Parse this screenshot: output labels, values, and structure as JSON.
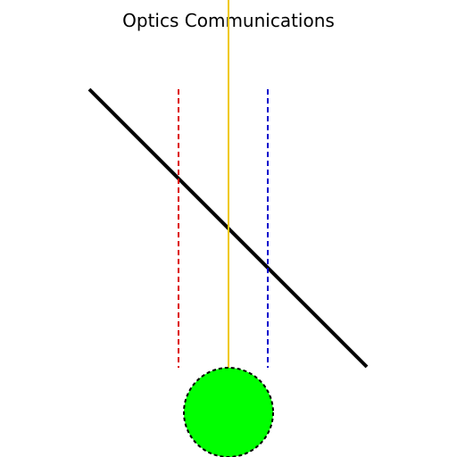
{
  "title": "Optics Communications",
  "elements": {
    "mirror": {
      "color": "#000000"
    },
    "beam_left": {
      "color": "#dd0000",
      "style": "dashed"
    },
    "beam_center": {
      "color": "#f0c800",
      "style": "solid"
    },
    "beam_right": {
      "color": "#0000cc",
      "style": "dashed"
    },
    "source": {
      "fill": "#00ff00",
      "outline": "#000000",
      "outline_style": "dashed"
    }
  }
}
